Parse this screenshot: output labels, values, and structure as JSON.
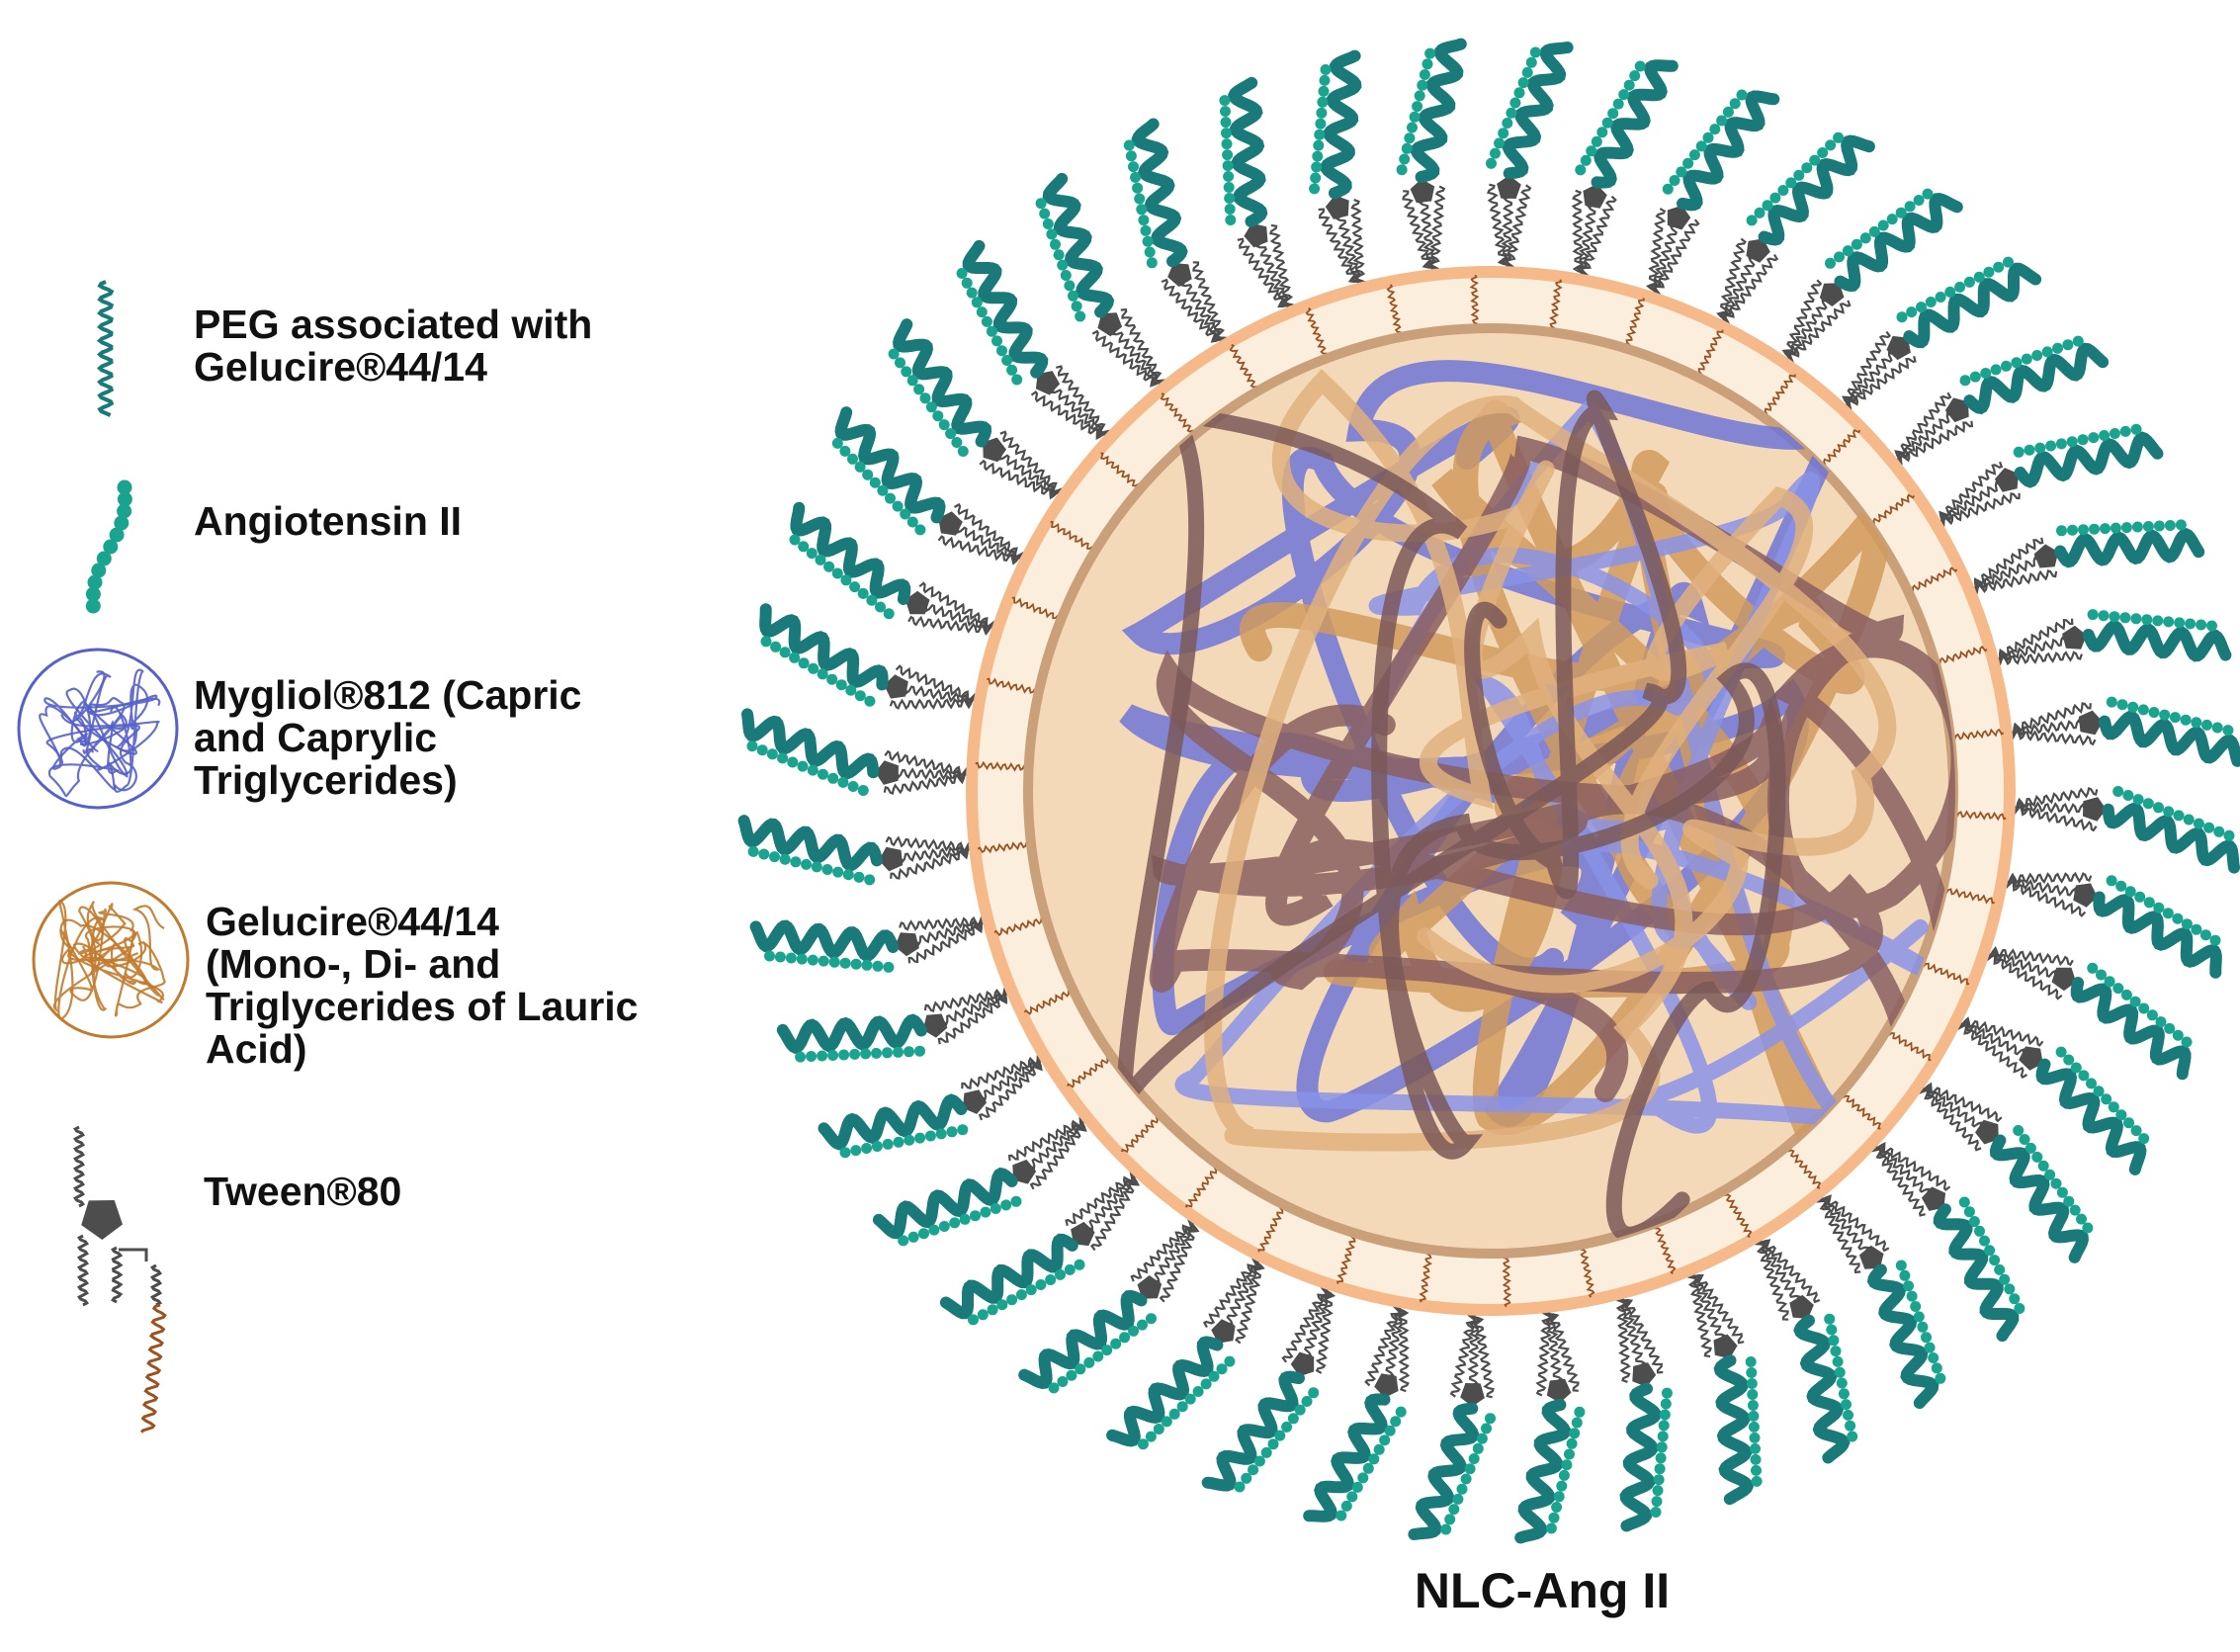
{
  "title": "NLC-Ang II",
  "legend": [
    {
      "key": "peg",
      "icon": "peg-chain-icon",
      "lines": [
        "PEG  associated with",
        "Gelucire®44/14"
      ]
    },
    {
      "key": "ang",
      "icon": "angiotensin-chain-icon",
      "lines": [
        "Angiotensin II"
      ]
    },
    {
      "key": "myg",
      "icon": "mygliol-coil-icon",
      "lines": [
        "Mygliol®812  (Capric",
        "and Caprylic",
        "Triglycerides)"
      ]
    },
    {
      "key": "gel",
      "icon": "gelucire-coil-icon",
      "lines": [
        "Gelucire®44/14",
        "(Mono-, Di- and",
        "Triglycerides of Lauric",
        "Acid)"
      ]
    },
    {
      "key": "tween",
      "icon": "tween-molecule-icon",
      "lines": [
        "Tween®80"
      ]
    }
  ],
  "colors": {
    "peg": "#1a7a7a",
    "angiotensin": "#1aa38f",
    "mygliol": "#5560c8",
    "gelucire": "#c27a2c",
    "tween": "#4d4d4d",
    "tween_tail": "#9c5220",
    "shell_fill": "#fbeedd",
    "shell_border": "#f5b98a"
  }
}
